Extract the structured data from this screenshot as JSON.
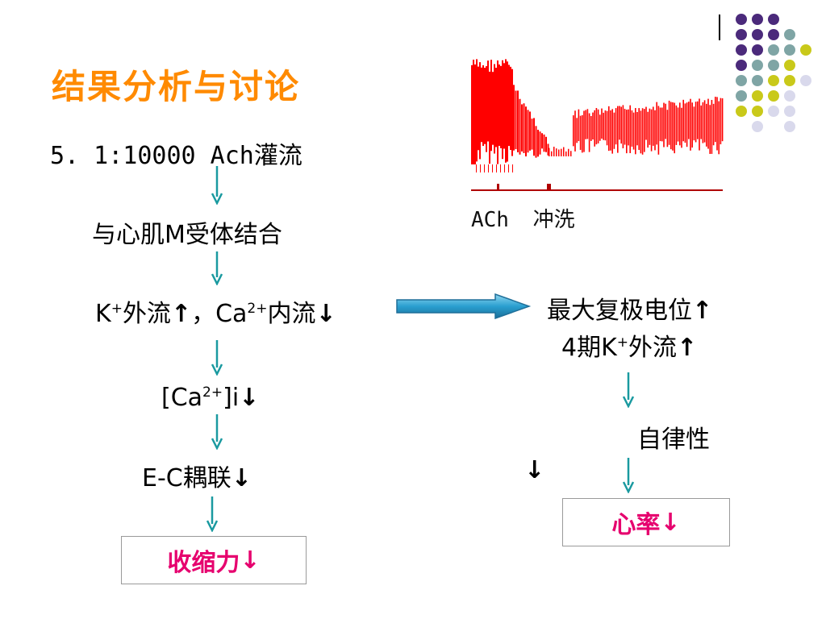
{
  "title": "结果分析与讨论",
  "heading": "5. 1:10000 Ach灌流",
  "left_chain": {
    "step1": "与心肌M受体结合",
    "step2_k": "K",
    "step2_k_sup": "+",
    "step2_a": "外流",
    "step2_b": "，Ca",
    "step2_ca_sup": "2+",
    "step2_c": "内流",
    "step3_a": "[Ca",
    "step3_sup": "2+",
    "step3_b": "]i",
    "step4": "E-C耦联",
    "result": "收缩力"
  },
  "right_chain": {
    "line1": "最大复极电位",
    "line2_a": "4期K",
    "line2_sup": "+",
    "line2_b": "外流",
    "mid": "自律性",
    "result": "心率"
  },
  "trace": {
    "ach_label": "ACh",
    "wash_label": "冲洗"
  },
  "symbols": {
    "up": "↑",
    "down": "↓"
  },
  "colors": {
    "title": "#ff8a00",
    "arrow_teal": "#1a9aa0",
    "result_pink": "#e6006e",
    "trace_red": "#ff0000",
    "dot_purple": "#4b2a7b",
    "dot_teal": "#7fa5a5",
    "dot_olive": "#c9c91a",
    "dot_lavender": "#d9d9ec"
  }
}
